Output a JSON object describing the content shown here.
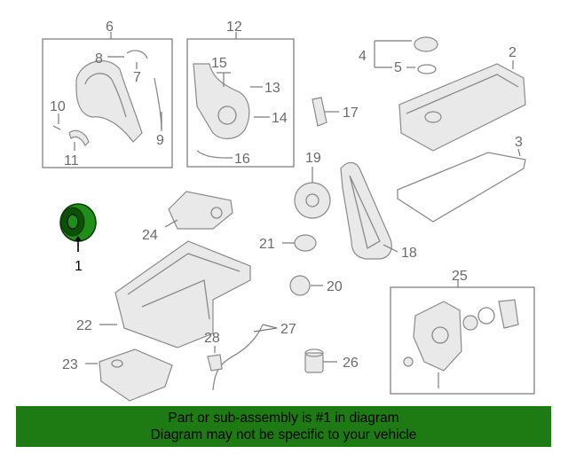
{
  "callouts": {
    "n1": "1",
    "n2": "2",
    "n3": "3",
    "n4": "4",
    "n5": "5",
    "n6": "6",
    "n7": "7",
    "n8": "8",
    "n9": "9",
    "n10": "10",
    "n11": "11",
    "n12": "12",
    "n13": "13",
    "n14": "14",
    "n15": "15",
    "n16": "16",
    "n17": "17",
    "n18": "18",
    "n19": "19",
    "n20": "20",
    "n21": "21",
    "n22": "22",
    "n23": "23",
    "n24": "24",
    "n25": "25",
    "n26": "26",
    "n27": "27",
    "n28": "28"
  },
  "highlighted_part": "1",
  "colors": {
    "footer_bg": "#1e7a12",
    "highlight_part": "#1f8f1a",
    "line": "#8a8a8a"
  },
  "footer": {
    "line1": "Part or sub-assembly is #1 in diagram",
    "line2": "Diagram may not be specific to your vehicle"
  }
}
